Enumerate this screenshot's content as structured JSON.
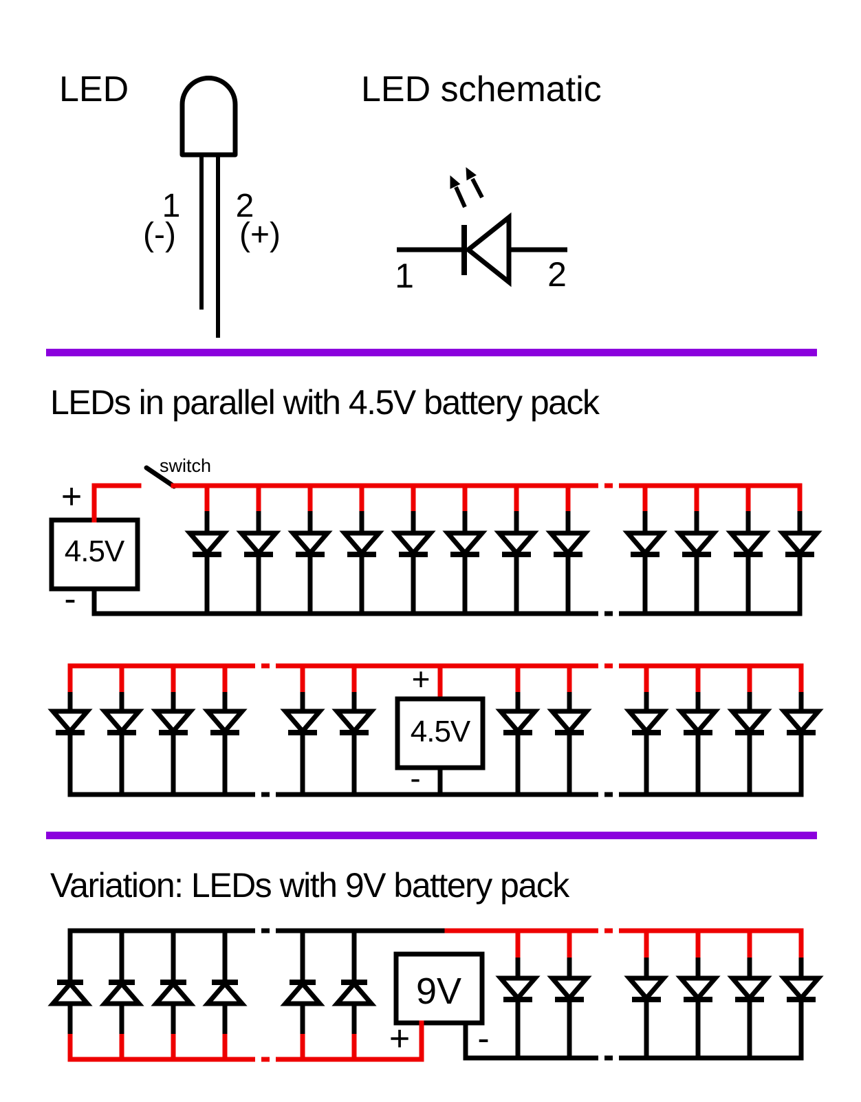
{
  "colors": {
    "wire_red": "#ee0000",
    "wire_black": "#000000",
    "divider_purple": "#8b00dd",
    "background": "#ffffff"
  },
  "top_section": {
    "led_label": "LED",
    "schematic_label": "LED schematic",
    "pin1": "1",
    "pin1_polarity": "(-)",
    "pin2": "2",
    "pin2_polarity": "(+)",
    "schematic_pin1": "1",
    "schematic_pin2": "2"
  },
  "section1": {
    "heading": "LEDs in parallel with 4.5V battery pack",
    "circuit_top": {
      "battery_label": "4.5V",
      "plus": "+",
      "minus": "-",
      "switch_label": "switch",
      "led_counts": [
        8,
        4
      ],
      "led_orientation": "down"
    },
    "circuit_bottom": {
      "battery_label": "4.5V",
      "plus": "+",
      "minus": "-",
      "led_counts_left": [
        4,
        2
      ],
      "led_counts_right": [
        2,
        4
      ],
      "led_orientation": "down"
    }
  },
  "section2": {
    "heading": "Variation: LEDs with 9V battery pack",
    "circuit": {
      "battery_label": "9V",
      "plus": "+",
      "minus": "-",
      "led_counts_left": [
        4,
        2
      ],
      "led_counts_right": [
        2,
        4
      ],
      "left_led_orientation": "up",
      "right_led_orientation": "down"
    }
  }
}
